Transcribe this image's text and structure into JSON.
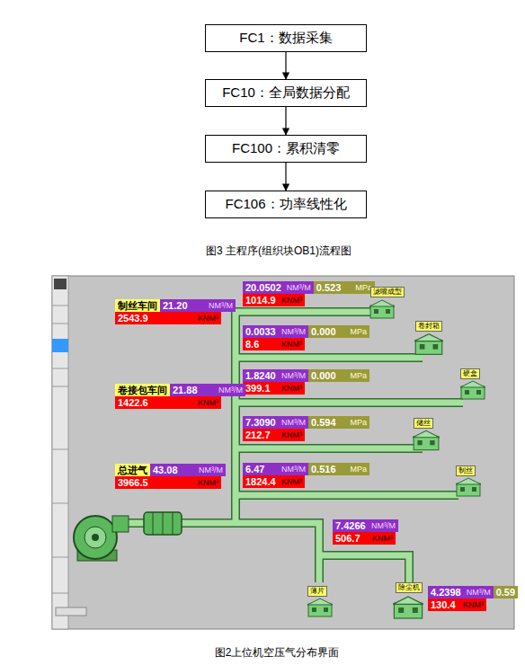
{
  "diagram": {
    "caption": "图2上位机空压气分布界面",
    "nodes": [
      {
        "text": [
          "FC1：数据采集"
        ]
      },
      {
        "text": [
          "FC10：全局数据分配"
        ]
      },
      {
        "text": [
          "FC100：累积清零"
        ]
      },
      {
        "text": [
          "FC106：功率线性化"
        ]
      },
      {
        "text": [
          "20.0502",
          "NM³/M",
          "0.523",
          "MPa",
          "1014.9",
          "KNM³"
        ]
      },
      {
        "text": [
          "制丝车间",
          "21.20",
          "NM³/M",
          "2543.9",
          "KNM³"
        ]
      },
      {
        "text": [
          "0.0033",
          "NM³/M",
          "0.000",
          "MPa",
          "8.6",
          "KNM³"
        ]
      },
      {
        "text": [
          "1.8240",
          "NM³/M",
          "0.000",
          "MPa",
          "399.1",
          "KNM³"
        ]
      },
      {
        "text": [
          "卷接包车间",
          "21.88",
          "NM³/M",
          "1422.6",
          "KNM³"
        ]
      },
      {
        "text": [
          "7.3090",
          "NM³/M",
          "0.594",
          "MPa",
          "212.7",
          "KNM³"
        ]
      },
      {
        "text": [
          "总进气",
          "43.08",
          "NM³/M",
          "3966.5",
          "KNM³"
        ]
      },
      {
        "text": [
          "6.47",
          "NM³/M",
          "0.516",
          "MPa",
          "1824.4",
          "KNM³"
        ]
      },
      {
        "text": [
          "7.4266",
          "NM³/M",
          "506.7",
          "KNM³"
        ]
      },
      {
        "text": [
          "4.2398",
          "NM³/M",
          "0.59",
          "130.4",
          "KNM³"
        ]
      }
    ],
    "edges": [
      {
        "from": 0,
        "to": 1,
        "arrow": "to"
      },
      {
        "from": 1,
        "to": 2,
        "arrow": "to"
      },
      {
        "from": 2,
        "to": 3,
        "arrow": "to"
      }
    ],
    "labels": [
      "图3 主程序(组织块OB1)流程图",
      "滤嘴成型",
      "卷封箱",
      "硬盒",
      "储丝",
      "制丝",
      "薄片",
      "除尘机"
    ]
  }
}
